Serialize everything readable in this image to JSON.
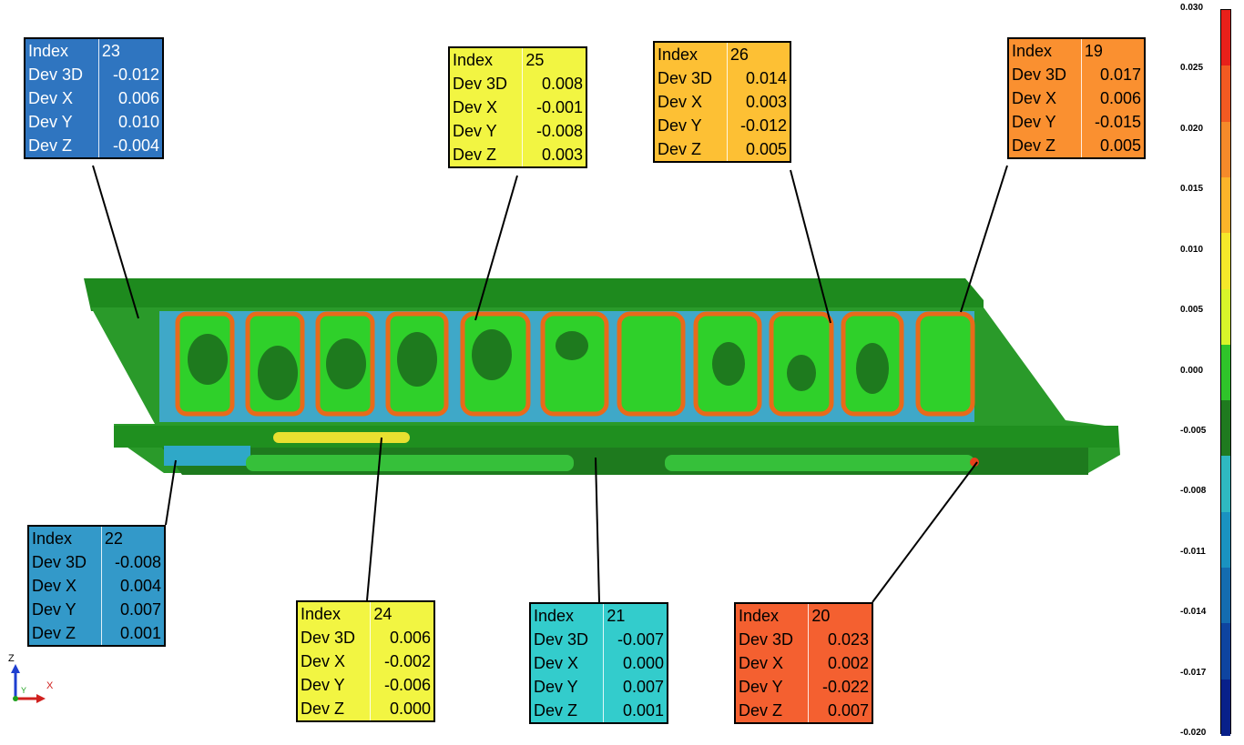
{
  "callouts": [
    {
      "id": "23",
      "color": "#2F75C0",
      "rows": [
        [
          "Index",
          "23"
        ],
        [
          "Dev 3D",
          "-0.012"
        ],
        [
          "Dev X",
          "0.006"
        ],
        [
          "Dev Y",
          "0.010"
        ],
        [
          "Dev Z",
          "-0.004"
        ]
      ]
    },
    {
      "id": "25",
      "color": "#F2F542",
      "rows": [
        [
          "Index",
          "25"
        ],
        [
          "Dev 3D",
          "0.008"
        ],
        [
          "Dev X",
          "-0.001"
        ],
        [
          "Dev Y",
          "-0.008"
        ],
        [
          "Dev Z",
          "0.003"
        ]
      ]
    },
    {
      "id": "26",
      "color": "#FDC034",
      "rows": [
        [
          "Index",
          "26"
        ],
        [
          "Dev 3D",
          "0.014"
        ],
        [
          "Dev X",
          "0.003"
        ],
        [
          "Dev Y",
          "-0.012"
        ],
        [
          "Dev Z",
          "0.005"
        ]
      ]
    },
    {
      "id": "19",
      "color": "#FA9030",
      "rows": [
        [
          "Index",
          "19"
        ],
        [
          "Dev 3D",
          "0.017"
        ],
        [
          "Dev X",
          "0.006"
        ],
        [
          "Dev Y",
          "-0.015"
        ],
        [
          "Dev Z",
          "0.005"
        ]
      ]
    },
    {
      "id": "22",
      "color": "#3399C9",
      "rows": [
        [
          "Index",
          "22"
        ],
        [
          "Dev 3D",
          "-0.008"
        ],
        [
          "Dev X",
          "0.004"
        ],
        [
          "Dev Y",
          "0.007"
        ],
        [
          "Dev Z",
          "0.001"
        ]
      ]
    },
    {
      "id": "24",
      "color": "#F2F542",
      "rows": [
        [
          "Index",
          "24"
        ],
        [
          "Dev 3D",
          "0.006"
        ],
        [
          "Dev X",
          "-0.002"
        ],
        [
          "Dev Y",
          "-0.006"
        ],
        [
          "Dev Z",
          "0.000"
        ]
      ]
    },
    {
      "id": "21",
      "color": "#33CCCC",
      "rows": [
        [
          "Index",
          "21"
        ],
        [
          "Dev 3D",
          "-0.007"
        ],
        [
          "Dev X",
          "0.000"
        ],
        [
          "Dev Y",
          "0.007"
        ],
        [
          "Dev Z",
          "0.001"
        ]
      ]
    },
    {
      "id": "20",
      "color": "#F46030",
      "rows": [
        [
          "Index",
          "20"
        ],
        [
          "Dev 3D",
          "0.023"
        ],
        [
          "Dev X",
          "0.002"
        ],
        [
          "Dev Y",
          "-0.022"
        ],
        [
          "Dev Z",
          "0.007"
        ]
      ]
    }
  ],
  "scale": {
    "ticks": [
      "0.030",
      "0.025",
      "0.020",
      "0.015",
      "0.010",
      "0.005",
      "0.000",
      "-0.005",
      "-0.008",
      "-0.011",
      "-0.014",
      "-0.017",
      "-0.020"
    ],
    "bands": [
      "#E8201A",
      "#F25A22",
      "#F58A2A",
      "#FBB42A",
      "#F5E82A",
      "#D8F52A",
      "#2FC42A",
      "#1F7A1F",
      "#2FB8C0",
      "#1A92C0",
      "#146CB0",
      "#0E44A0",
      "#08208A"
    ]
  },
  "axis": {
    "z": "Z",
    "x": "X",
    "y": "Y"
  }
}
